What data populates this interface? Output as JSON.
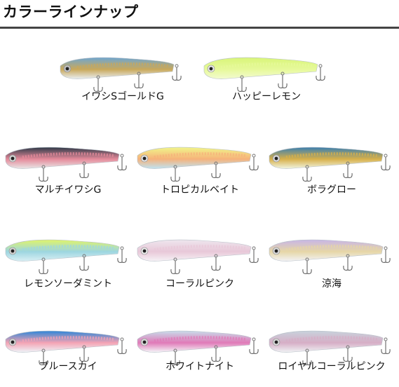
{
  "page": {
    "title": "カラーラインナップ"
  },
  "lures": [
    {
      "name": "イワシSゴールドG",
      "colors": {
        "top": "#6fa6d0",
        "belly": "#e9eef2",
        "accent": "#c9a85a",
        "eye": "#c0c0c0"
      }
    },
    {
      "name": "ハッピーレモン",
      "colors": {
        "top": "#d9f57a",
        "belly": "#f3fbd0",
        "accent": "#e6f99a",
        "eye": "#e6e6e6"
      }
    },
    {
      "name": "マルチイワシG",
      "colors": {
        "top": "#2f3a48",
        "belly": "#e8e6e6",
        "accent": "#e58a9a",
        "eye": "#d0d0d0"
      }
    },
    {
      "name": "トロピカルベイト",
      "colors": {
        "top": "#f1f58a",
        "belly": "#bfe3f2",
        "accent": "#f6b27a",
        "eye": "#e0e0e0"
      }
    },
    {
      "name": "ボラグロー",
      "colors": {
        "top": "#3b7fb0",
        "belly": "#f0f4e0",
        "accent": "#d7b04a",
        "eye": "#d8d8d8"
      }
    },
    {
      "name": "レモンソーダミント",
      "colors": {
        "top": "#e0f46a",
        "belly": "#d9eff4",
        "accent": "#9dd6e0",
        "eye": "#cfcfcf"
      }
    },
    {
      "name": "コーラルピンク",
      "colors": {
        "top": "#eee6ee",
        "belly": "#f6f2f6",
        "accent": "#e8c8d8",
        "eye": "#e8e8e8"
      }
    },
    {
      "name": "涼海",
      "colors": {
        "top": "#c8b6e6",
        "belly": "#f2f2f6",
        "accent": "#e6d6a6",
        "eye": "#d8d8d8"
      }
    },
    {
      "name": "ブルースカイ",
      "colors": {
        "top": "#2e86d8",
        "belly": "#eef4f8",
        "accent": "#f4a3b4",
        "eye": "#d0d0d0"
      }
    },
    {
      "name": "ホワイトナイト",
      "colors": {
        "top": "#c8dcea",
        "belly": "#f4f6f8",
        "accent": "#e07ab8",
        "eye": "#d8d8d8"
      }
    },
    {
      "name": "ロイヤルコーラルピンク",
      "colors": {
        "top": "#c8d2dc",
        "belly": "#f0f2f4",
        "accent": "#d6aec6",
        "eye": "#d8d8d8"
      }
    }
  ]
}
